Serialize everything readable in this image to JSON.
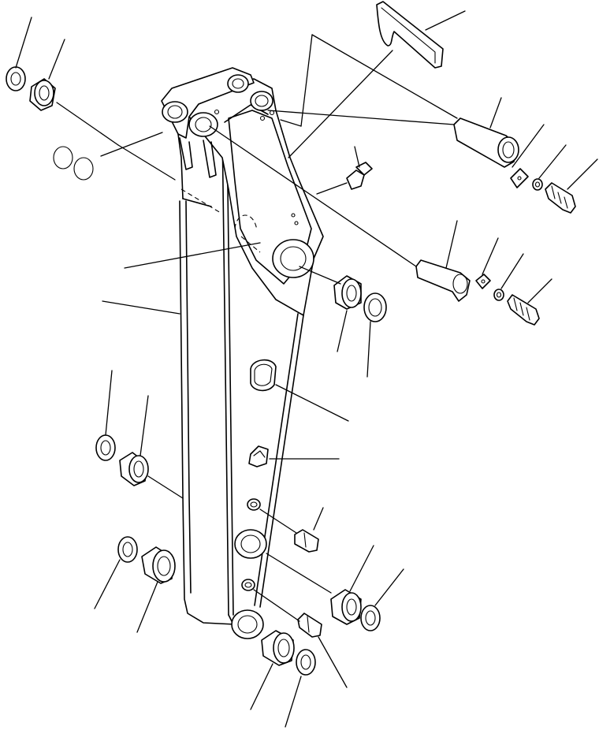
{
  "diagram": {
    "type": "exploded-parts-view",
    "parts": [
      {
        "name": "arm",
        "icon": "arm-drawing"
      },
      {
        "name": "link",
        "icon": "link-drawing"
      },
      {
        "name": "pin",
        "icon": "pin-drawing"
      },
      {
        "name": "bushing",
        "icon": "bushing-drawing"
      },
      {
        "name": "seal",
        "icon": "seal-drawing"
      },
      {
        "name": "shim",
        "icon": "shim-drawing"
      },
      {
        "name": "plate",
        "icon": "plate-drawing"
      },
      {
        "name": "lock-washer",
        "icon": "washer-drawing"
      },
      {
        "name": "bolt",
        "icon": "bolt-drawing"
      },
      {
        "name": "grease-fitting",
        "icon": "fitting-drawing"
      },
      {
        "name": "cover",
        "icon": "cover-drawing"
      },
      {
        "name": "clip",
        "icon": "clip-drawing"
      }
    ],
    "colors": {
      "line": "#000000",
      "background": "#ffffff"
    }
  }
}
